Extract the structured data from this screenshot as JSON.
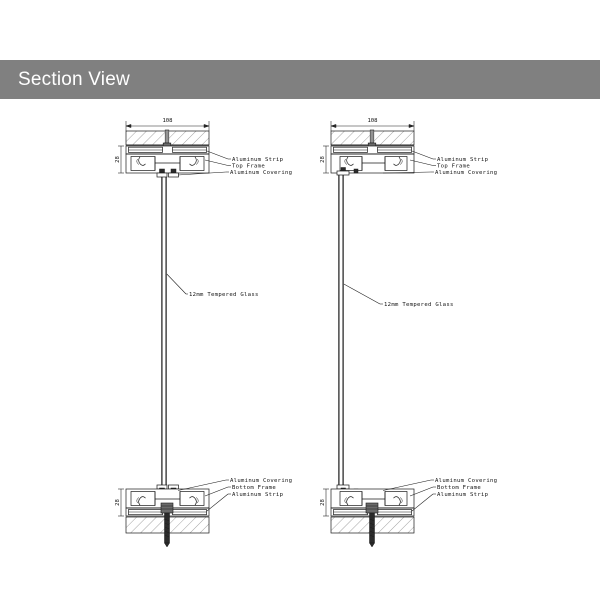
{
  "header": {
    "title": "Section View"
  },
  "drawing": {
    "type": "architectural-section",
    "description": "Glass partition section detail, two variants",
    "views": [
      {
        "id": "left-view",
        "name": "centered-glass-section",
        "top_dimension": "108",
        "height_dimension": "28",
        "glass_label": "12mm Tempered Glass",
        "top_labels": [
          "Aluminum Strip",
          "Top Frame",
          "Aluminum Covering"
        ],
        "bottom_labels": [
          "Aluminum Covering",
          "Bottom Frame",
          "Aluminum Strip"
        ]
      },
      {
        "id": "right-view",
        "name": "offset-glass-section",
        "top_dimension": "108",
        "height_dimension": "28",
        "glass_label": "12mm Tempered Glass",
        "top_labels": [
          "Aluminum Strip",
          "Top Frame",
          "Aluminum Covering"
        ],
        "bottom_labels": [
          "Aluminum Covering",
          "Bottom Frame",
          "Aluminum Strip"
        ]
      }
    ]
  },
  "colors": {
    "header_background": "#808080",
    "header_text": "#ffffff",
    "page_background": "#ffffff",
    "line": "#1a1a1a",
    "hatch": "#555555"
  }
}
